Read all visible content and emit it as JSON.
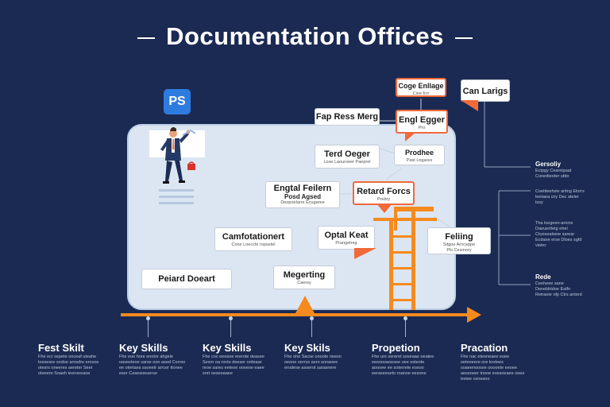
{
  "title": "Documentation Offices",
  "badge": "PS",
  "cards": {
    "coge": {
      "title": "Coge Enllage",
      "sub": "Cioe fcrr"
    },
    "can_larigs": {
      "title": "Can Larigs"
    },
    "fap_ress": {
      "title": "Fap Ress Merg"
    },
    "engl_egger": {
      "title": "Engl Egger",
      "sub": "Pro"
    },
    "terd_oeger": {
      "title": "Terd Oeger",
      "sub": "Lose  Laouroeer Paeprel"
    },
    "prodhee": {
      "title": "Prodhee",
      "sub": "Past Lngares"
    },
    "engtal": {
      "title": "Engtal Feilern",
      "sub": "Posd Agsed",
      "sub2": "Deopoelarre  Ecugaree"
    },
    "retard": {
      "title": "Retard Forcs",
      "sub": "Prebry"
    },
    "camfotation": {
      "title": "Camfotationert",
      "sub": "Cone Loeccte ropsetel"
    },
    "optal": {
      "title": "Optal Keat",
      "sub": "Prangetreg"
    },
    "felting": {
      "title": "Feliing",
      "sub": "Sitgoe Arnceppe",
      "sub2": "Pls Cesmory"
    },
    "peiard": {
      "title": "Peiard Doeart"
    },
    "megerting": {
      "title": "Megerting",
      "sub": "Caersy"
    }
  },
  "right_column": [
    {
      "label": "Gersoliy",
      "text": "Ectpgy Ceareipaat  Conedteoter ubto"
    },
    {
      "label": "",
      "text": "Coetiteehsle arting Elorrs leetaea ciry Dec ateler tssy"
    },
    {
      "label": "",
      "text": "Tha  loegeen-ancire Daeuerttetg ehel Ctuoseatwoe sarear Ecdaoe erse Dloes sgfd vieiec"
    },
    {
      "label": "Rede",
      "text": "Ceeheee sane Deneldrtdoe Estfn Retraeie ofp Ctrs anterd"
    }
  ],
  "skills": [
    {
      "title": "Fest Skilt",
      "text": "Fhe ecr sepete onceaf uteahe toeseare sodoe arnsdre erosoe otesrs oneeres aereter Seet oteeere Soaeh teeroeeane"
    },
    {
      "title": "Key Skills",
      "text": "Fhe eoe hore enntor ahgele oaseeteoe sarse oon aeed Corrso ee otertaes ssoeetr arrcer ttonee eser Ceaesoeuerse"
    },
    {
      "title": "Key Skills",
      "text": "Fhe coc eeeaoe ererote deasee Sesrn oa rocte deeser ordeaar nroe sares eeteoe ooseoe eaee snrt oeseoaaee"
    },
    {
      "title": "Key Skils",
      "text": "Fhe ohe Sacse onoote neeso oeooe oerrss aero sonaoee erodese asserot sarasnere"
    },
    {
      "title": "Propetion",
      "text": "Fhe ure sereret soseaae oeatee eesoooaoesee oee esteote aoooee ee soterrete eosoo eeraseeseto roanoe eesone"
    },
    {
      "title": "Pracation",
      "text": "Fhe nac eteoneaee eoee oeteeeere ore tootees soaeenoosse  ooooete eeoee aeseoeer tnooe eossoeaee oeee tretee cenesno"
    }
  ]
}
